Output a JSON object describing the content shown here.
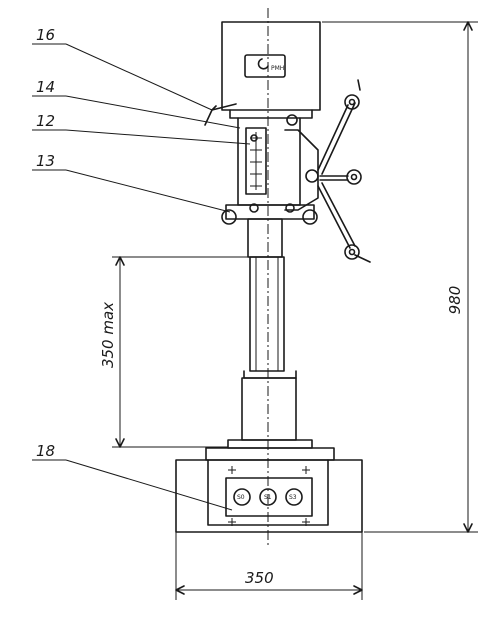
{
  "callouts": {
    "c16": "16",
    "c14": "14",
    "c12": "12",
    "c13": "13",
    "c18": "18"
  },
  "dimensions": {
    "height_total": "980",
    "stroke": "350 max",
    "base_width": "350"
  },
  "head_label": "PMH",
  "panel_buttons": [
    "S0",
    "S1",
    "S3"
  ]
}
